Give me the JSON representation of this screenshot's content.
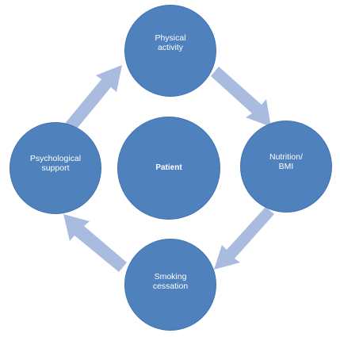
{
  "diagram": {
    "center": {
      "label": "Patient"
    },
    "nodes": {
      "top": {
        "label": "Physical\nactivity"
      },
      "right": {
        "label": "Nutrition/\nBMI"
      },
      "bottom": {
        "label": "Smoking\ncessation"
      },
      "left": {
        "label": "Psychological\nsupport"
      }
    }
  },
  "colors": {
    "node_fill": "#4f81bd",
    "node_edge": "#3f73b0",
    "arrow": "#a6b9de"
  }
}
